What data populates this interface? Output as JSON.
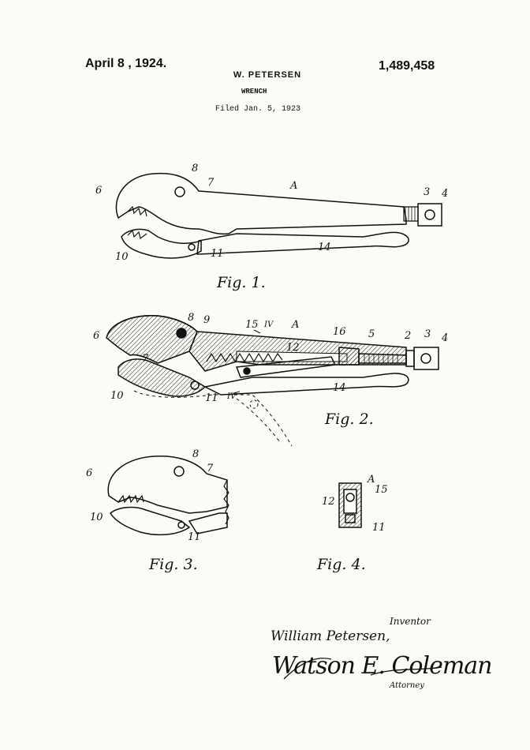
{
  "header": {
    "date": "April 8 , 1924.",
    "inventor": "W. PETERSEN",
    "title": "WRENCH",
    "filed": "Filed Jan. 5, 1923",
    "patent_number": "1,489,458"
  },
  "figures": {
    "fig1": {
      "label": "Fig. 1.",
      "refs": {
        "r6": "6",
        "r8": "8",
        "r7": "7",
        "rA": "A",
        "r3": "3",
        "r4": "4",
        "r10": "10",
        "r11": "11",
        "r14": "14"
      }
    },
    "fig2": {
      "label": "Fig. 2.",
      "refs": {
        "r6": "6",
        "r8": "8",
        "r9": "9",
        "r15": "15",
        "rIV1": "IV",
        "rA": "A",
        "r16": "16",
        "r5": "5",
        "r2": "2",
        "r3": "3",
        "r4": "4",
        "r7": "7",
        "r12": "12",
        "r10": "10",
        "r11": "11",
        "rIV2": "IV",
        "r14": "14"
      }
    },
    "fig3": {
      "label": "Fig. 3.",
      "refs": {
        "r6": "6",
        "r8": "8",
        "r7": "7",
        "r10": "10",
        "r11": "11"
      }
    },
    "fig4": {
      "label": "Fig. 4.",
      "refs": {
        "rA": "A",
        "r15": "15",
        "r12": "12",
        "r11": "11"
      }
    }
  },
  "signatures": {
    "inventor_label": "Inventor",
    "inventor": "William Petersen,",
    "attorney": "Watson E. Coleman",
    "attorney_label": "Attorney"
  }
}
